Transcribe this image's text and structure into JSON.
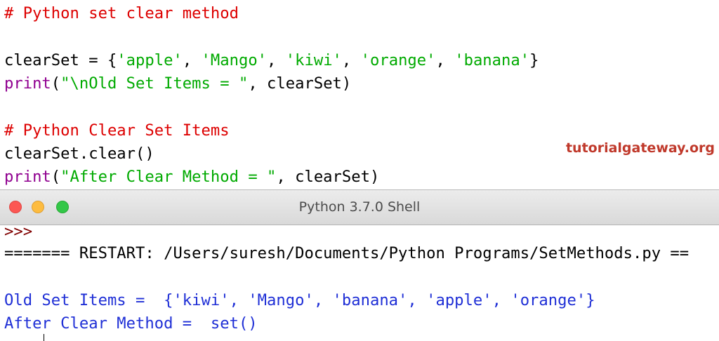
{
  "editor": {
    "lines": [
      {
        "comment": "# Python set clear method"
      },
      {
        "var": "clearSet = {",
        "s1": "'apple'",
        "sep1": ", ",
        "s2": "'Mango'",
        "sep2": ", ",
        "s3": "'kiwi'",
        "sep3": ", ",
        "s4": "'orange'",
        "sep4": ", ",
        "s5": "'banana'",
        "close": "}"
      },
      {
        "fn": "print",
        "open": "(",
        "str": "\"\\nOld Set Items = \"",
        "rest": ", clearSet)"
      },
      {
        "comment": "# Python Clear Set Items"
      },
      {
        "code": "clearSet.clear()"
      },
      {
        "fn": "print",
        "open": "(",
        "str": "\"After Clear Method = \"",
        "rest": ", clearSet)"
      }
    ]
  },
  "watermark": "tutorialgateway.org",
  "shell": {
    "title": "Python 3.7.0 Shell",
    "prompt": ">>>",
    "restart_line": "======= RESTART: /Users/suresh/Documents/Python Programs/SetMethods.py ==",
    "output1": "Old Set Items =  {'kiwi', 'Mango', 'banana', 'apple', 'orange'}",
    "output2": "After Clear Method =  set()"
  },
  "colors": {
    "comment": "#dd0000",
    "string": "#00aa00",
    "builtin": "#900090",
    "output": "#1f2fd6",
    "prompt": "#800000",
    "watermark": "#c0392b"
  }
}
